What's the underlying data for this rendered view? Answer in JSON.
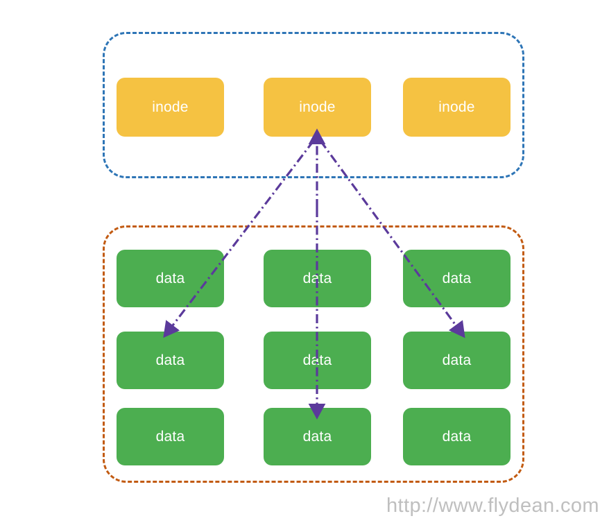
{
  "diagram": {
    "title": "inode to data block mapping",
    "background": "#FFFFFF",
    "groups": [
      {
        "id": "inode-group",
        "name": "inode-group",
        "border_color": "#2E75B6",
        "border_style": "dashed",
        "nodes": [
          {
            "label": "inode"
          },
          {
            "label": "inode"
          },
          {
            "label": "inode"
          }
        ]
      },
      {
        "id": "data-group",
        "name": "data-group",
        "border_color": "#C25B12",
        "border_style": "dashed",
        "rows": [
          [
            {
              "label": "data"
            },
            {
              "label": "data"
            },
            {
              "label": "data"
            }
          ],
          [
            {
              "label": "data"
            },
            {
              "label": "data"
            },
            {
              "label": "data"
            }
          ],
          [
            {
              "label": "data"
            },
            {
              "label": "data"
            },
            {
              "label": "data"
            }
          ]
        ]
      }
    ],
    "node_colors": {
      "inode": "#F5C242",
      "data": "#4CAE50",
      "label_text": "#FFFFFF"
    },
    "connectors": {
      "color": "#5B3A9B",
      "style": "dash-dot",
      "arrowhead": "triangle",
      "edges": [
        {
          "name": "inode-to-left-data",
          "from": "inode-1",
          "to": "data-1-0",
          "direction": "down-left"
        },
        {
          "name": "inode-to-center-data",
          "from": "inode-1",
          "to": "data-2-1",
          "direction": "down"
        },
        {
          "name": "inode-to-right-data",
          "from": "inode-1",
          "to": "data-1-2",
          "direction": "down-right"
        },
        {
          "name": "converge-to-inode",
          "from": "data-blocks",
          "to": "inode-1",
          "direction": "up"
        }
      ]
    }
  },
  "watermark": {
    "text": "http://www.flydean.com",
    "color": "#BFBFBF"
  }
}
